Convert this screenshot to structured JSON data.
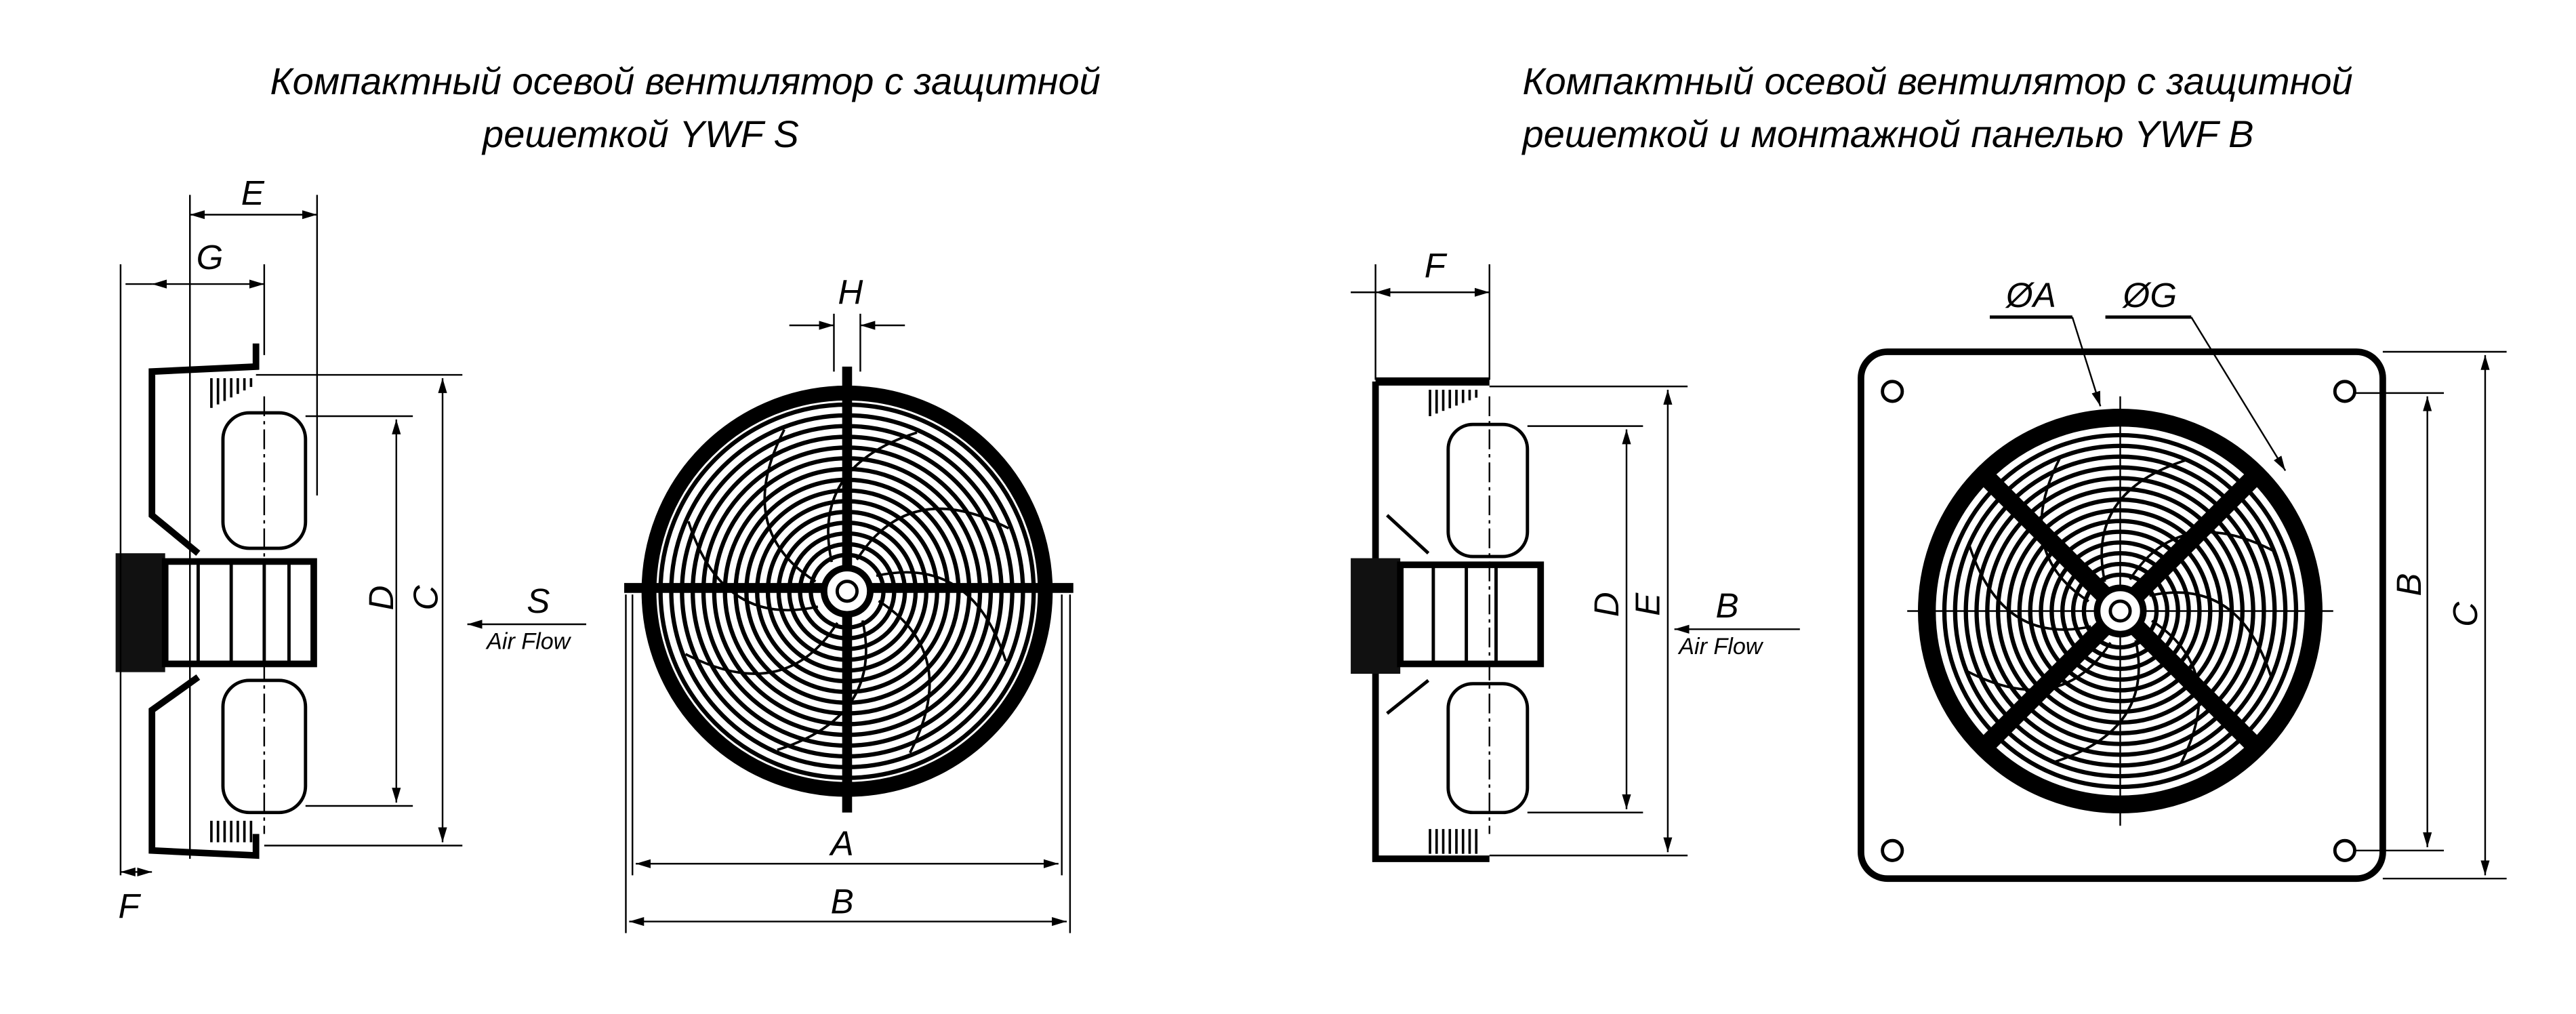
{
  "left": {
    "title_line1": "Компактный осевой вентилятор с защитной",
    "title_line2": "решеткой YWF S",
    "dims": {
      "E": "E",
      "G": "G",
      "H": "H",
      "D": "D",
      "C": "C",
      "S": "S",
      "A": "A",
      "B": "B",
      "F": "F"
    },
    "airflow": "Air Flow"
  },
  "right": {
    "title_line1": "Компактный осевой вентилятор с защитной",
    "title_line2": "решеткой и монтажной панелью YWF B",
    "dims": {
      "F": "F",
      "OA": "ØA",
      "OG": "ØG",
      "D": "D",
      "E": "E",
      "B_side": "B",
      "B": "B",
      "C": "C"
    },
    "airflow": "Air Flow"
  },
  "colors": {
    "ink": "#000000",
    "background": "#ffffff"
  }
}
